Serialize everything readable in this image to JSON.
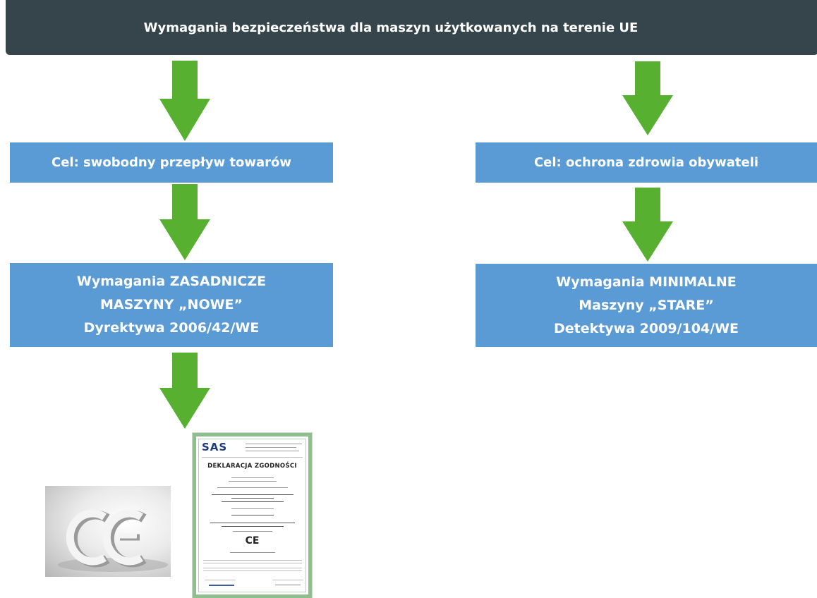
{
  "header": {
    "title": "Wymagania bezpieczeństwa dla maszyn użytkowanych na terenie UE"
  },
  "left": {
    "goal": "Cel: swobodny przepływ towarów",
    "req_line1": "Wymagania ZASADNICZE",
    "req_line2": "MASZYNY „NOWE”",
    "req_line3": "Dyrektywa 2006/42/WE"
  },
  "right": {
    "goal": "Cel: ochrona zdrowia obywateli",
    "req_line1": "Wymagania MINIMALNE",
    "req_line2": "Maszyny „STARE”",
    "req_line3": "Detektywa 2009/104/WE"
  },
  "doc": {
    "logo": "SAS",
    "title": "DEKLARACJA ZGODNOŚCI",
    "mark": "CE"
  },
  "colors": {
    "header_bg": "#36444b",
    "box_bg": "#5b9bd5",
    "arrow": "#58b031"
  }
}
